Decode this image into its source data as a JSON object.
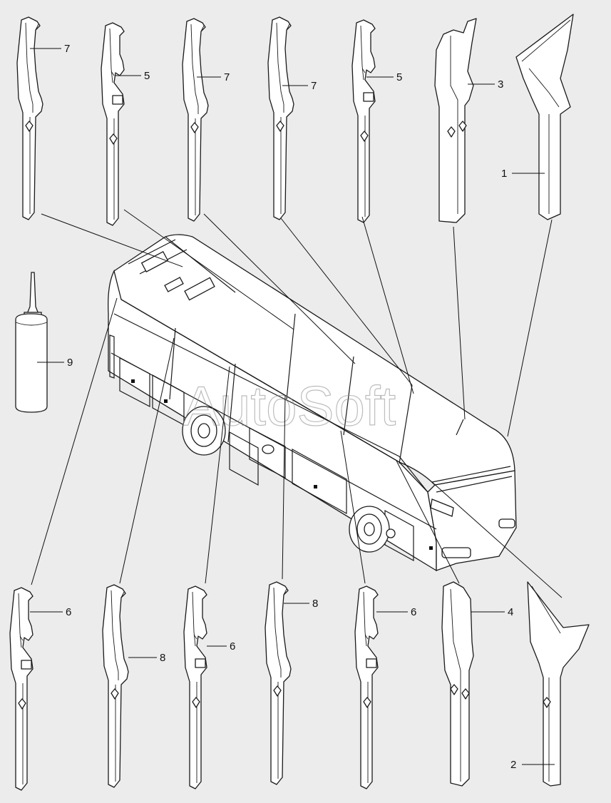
{
  "diagram": {
    "watermark": "AutoSoft",
    "callouts": [
      {
        "id": "top-1",
        "label": "7"
      },
      {
        "id": "top-2",
        "label": "5"
      },
      {
        "id": "top-3",
        "label": "7"
      },
      {
        "id": "top-4",
        "label": "7"
      },
      {
        "id": "top-5",
        "label": "5"
      },
      {
        "id": "top-6",
        "label": "3"
      },
      {
        "id": "top-7",
        "label": "1"
      },
      {
        "id": "sealant",
        "label": "9"
      },
      {
        "id": "bot-1",
        "label": "6"
      },
      {
        "id": "bot-2",
        "label": "8"
      },
      {
        "id": "bot-3",
        "label": "6"
      },
      {
        "id": "bot-4",
        "label": "8"
      },
      {
        "id": "bot-5",
        "label": "6"
      },
      {
        "id": "bot-6",
        "label": "4"
      },
      {
        "id": "bot-7",
        "label": "2"
      }
    ]
  }
}
